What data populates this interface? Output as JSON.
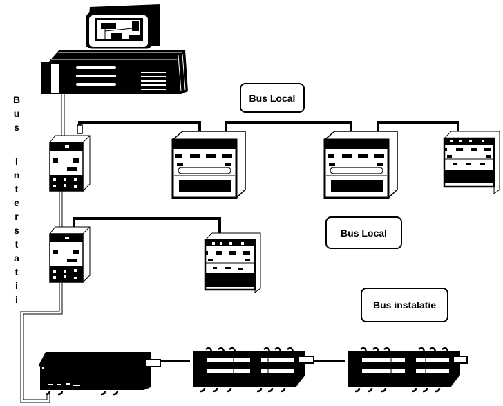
{
  "diagram": {
    "vertical_label": "Bus Interstatii",
    "vertical_label_chars": [
      "B",
      "u",
      "s",
      " ",
      "I",
      "n",
      "t",
      "e",
      "r",
      "s",
      "t",
      "a",
      "t",
      "i",
      "i"
    ],
    "labels": {
      "bus_local_top": "Bus Local",
      "bus_local_middle": "Bus Local",
      "bus_installation": "Bus instalatie"
    },
    "nodes": [
      {
        "id": "computer",
        "icon": "computer-workstation-icon"
      },
      {
        "id": "coupler-1",
        "icon": "bus-coupler-icon"
      },
      {
        "id": "coupler-2",
        "icon": "bus-coupler-icon"
      },
      {
        "id": "device-a",
        "icon": "local-device-icon"
      },
      {
        "id": "device-b",
        "icon": "local-device-icon"
      },
      {
        "id": "device-c",
        "icon": "small-device-icon"
      },
      {
        "id": "device-d",
        "icon": "small-device-icon"
      },
      {
        "id": "inst-1",
        "icon": "installation-module-icon"
      },
      {
        "id": "inst-2",
        "icon": "installation-module-icon"
      },
      {
        "id": "inst-3",
        "icon": "installation-module-icon"
      }
    ],
    "colors": {
      "line": "#000000",
      "background": "#ffffff"
    }
  }
}
